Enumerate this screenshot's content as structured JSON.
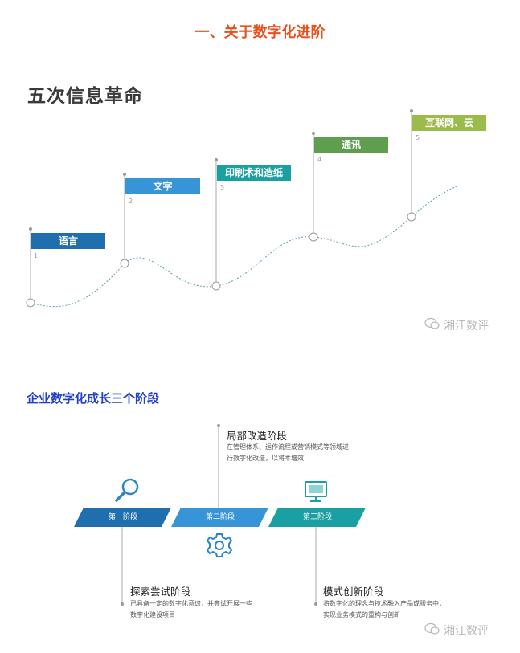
{
  "header": {
    "title": "一、关于数字化进阶"
  },
  "revolutions": {
    "title": "五次信息革命",
    "flags": [
      {
        "label": "语言",
        "num": "1",
        "color": "#1f6fae"
      },
      {
        "label": "文字",
        "num": "2",
        "color": "#3794d6"
      },
      {
        "label": "印刷术和造纸",
        "num": "3",
        "color": "#1aa0a2"
      },
      {
        "label": "通讯",
        "num": "4",
        "color": "#5e9e4e"
      },
      {
        "label": "互联网、云",
        "num": "5",
        "color": "#9bbb4c"
      }
    ]
  },
  "watermark": {
    "text": "湘江数评"
  },
  "stages": {
    "title": "企业数字化成长三个阶段",
    "bars": [
      {
        "label": "第一阶段",
        "color": "#1f6fae"
      },
      {
        "label": "第二阶段",
        "color": "#3794d6"
      },
      {
        "label": "第三阶段",
        "color": "#1aa0a2"
      }
    ],
    "stage1": {
      "heading": "探索尝试阶段",
      "desc_line1": "已具备一定的数字化意识，并尝试开展一些",
      "desc_line2": "数字化建设项目"
    },
    "stage2": {
      "heading": "局部改造阶段",
      "desc_line1": "在管理体系、运作流程或营销模式等领域进",
      "desc_line2": "行数字化改造，以将本增效"
    },
    "stage3": {
      "heading": "模式创新阶段",
      "desc_line1": "将数字化的理念与技术融入产品或服务中，",
      "desc_line2": "实现业务模式的重构与创新"
    },
    "icons": [
      "search-icon",
      "gear-icon",
      "monitor-icon"
    ]
  }
}
